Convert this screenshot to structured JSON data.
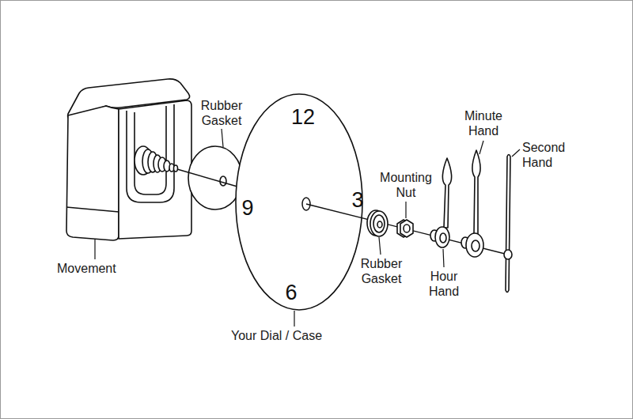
{
  "diagram": {
    "nodes": [
      {
        "text": [
          "12",
          "9",
          "3",
          "6"
        ]
      }
    ],
    "labels": [
      "Rubber Gasket",
      "Minute Hand",
      "Second Hand",
      "Mounting Nut",
      "Movement",
      "Rubber Gasket",
      "Hour Hand",
      "Your Dial / Case"
    ]
  }
}
